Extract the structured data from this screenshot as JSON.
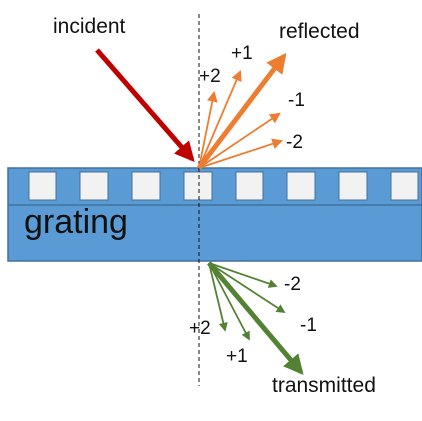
{
  "labels": {
    "incident": "incident",
    "reflected": "reflected",
    "transmitted": "transmitted",
    "grating": "grating"
  },
  "orders": {
    "reflected": [
      "+2",
      "+1",
      "-1",
      "-2"
    ],
    "transmitted": [
      "-2",
      "-1",
      "+2",
      "+1"
    ]
  },
  "colors": {
    "incident": "#c00000",
    "reflected": "#ed7d31",
    "transmitted": "#548235",
    "grating_fill": "#5b9bd5",
    "grating_stroke": "#41719c",
    "slit": "#f2f2f2"
  }
}
